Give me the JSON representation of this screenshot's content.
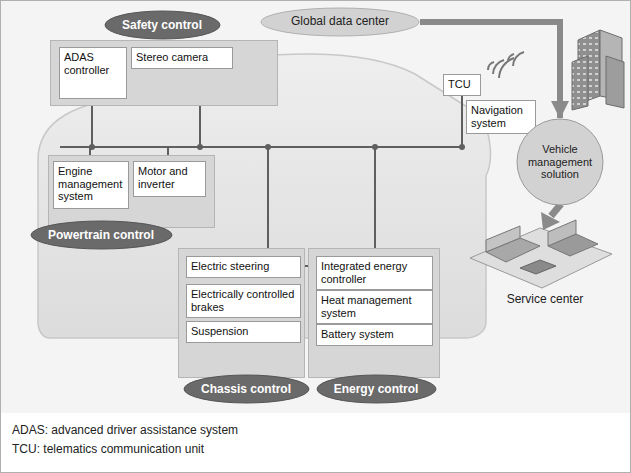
{
  "diagram": {
    "nodes": [
      {
        "text": [
          "Safety control"
        ]
      },
      {
        "text": [
          "ADAS controller"
        ],
        "in": 0
      },
      {
        "text": [
          "Stereo camera"
        ],
        "in": 0
      },
      {
        "text": [
          "Global data center"
        ]
      },
      {
        "text": [
          "TCU"
        ]
      },
      {
        "text": [
          "Navigation system"
        ]
      },
      {
        "text": [
          "Powertrain control"
        ]
      },
      {
        "text": [
          "Engine management system"
        ],
        "in": 6
      },
      {
        "text": [
          "Motor and inverter"
        ],
        "in": 6
      },
      {
        "text": [
          "Vehicle management solution"
        ]
      },
      {
        "text": [
          "Chassis control"
        ]
      },
      {
        "text": [
          "Electric steering"
        ],
        "in": 10
      },
      {
        "text": [
          "Electrically controlled brakes"
        ],
        "in": 10
      },
      {
        "text": [
          "Suspension"
        ],
        "in": 10
      },
      {
        "text": [
          "Energy control"
        ]
      },
      {
        "text": [
          "Integrated energy controller"
        ],
        "in": 14
      },
      {
        "text": [
          "Heat management system"
        ],
        "in": 14
      },
      {
        "text": [
          "Battery system"
        ],
        "in": 14
      }
    ],
    "edges": [
      {
        "from": 3,
        "to": 9,
        "arrow": "to"
      }
    ],
    "labels": [
      "Service center",
      "ADAS: advanced driver assistance system",
      "TCU: telematics communication unit"
    ]
  }
}
